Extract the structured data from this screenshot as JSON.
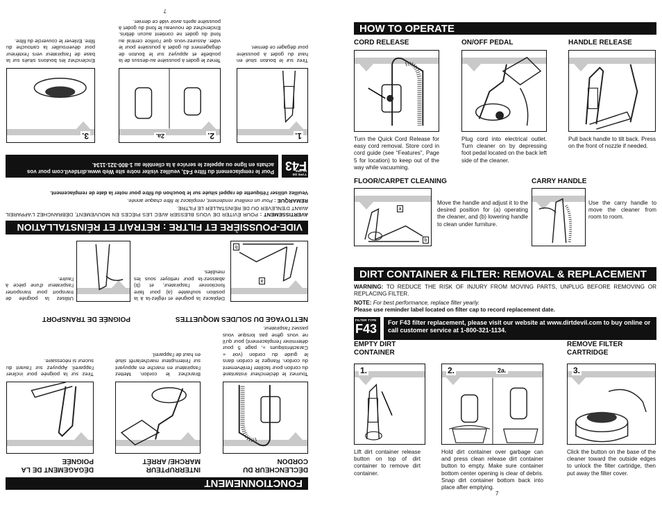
{
  "right_page": {
    "how_to_operate": {
      "title": "HOW TO OPERATE",
      "cord_release": {
        "heading": "CORD RELEASE",
        "text": "Turn the Quick Cord Release for easy cord removal. Store cord in cord guide (see “Features”, Page 5 for location) to keep out of the way while vacuuming."
      },
      "on_off_pedal": {
        "heading": "ON/OFF PEDAL",
        "text": "Plug cord into electrical outlet. Turn cleaner on by depressing foot pedal located on the back left side of the cleaner."
      },
      "handle_release": {
        "heading": "HANDLE RELEASE",
        "text": "Pull back handle to tilt back. Press on the front of nozzle if needed."
      },
      "floor_carpet": {
        "heading": "FLOOR/CARPET CLEANING",
        "text": "Move the handle and adjust it to the desired position for (a) operating the cleaner, and (b) lowering handle to clean under furniture.",
        "label_a": "a",
        "label_b": "b"
      },
      "carry_handle": {
        "heading": "CARRY HANDLE",
        "text": "Use the carry handle to move the cleaner from room to room."
      }
    },
    "dirt_container": {
      "title": "DIRT CONTAINER & FILTER: REMOVAL & REPLACEMENT",
      "warning_label": "WARNING:",
      "warning_text": " TO REDUCE THE RISK OF INJURY FROM MOVING PARTS, UNPLUG BEFORE REMOVING OR REPLACING FILTER.",
      "note_label": "NOTE:",
      "note_text": " For best performance, replace filter yearly.",
      "reminder": "Please use reminder label located on filter cap to record replacement date.",
      "badge_top": "FILTER TYPE",
      "badge_code": "F43",
      "replacement_info": "For F43 filter replacement, please visit our website at www.dirtdevil.com to buy online or call customer service at 1-800-321-1134.",
      "empty_heading": "EMPTY DIRT CONTAINER",
      "remove_heading": "REMOVE FILTER CARTRIDGE",
      "step1": "1.",
      "step2": "2.",
      "step2a": "2a.",
      "step3": "3.",
      "step1_text": "Lift dirt container release button on top of dirt container to remove dirt container.",
      "step2_text": "Hold dirt container over garbage can and press clean release dirt container button to empty. Make sure container bottom center opening is clear of debris. Snap dirt container bottom back into place after emptying.",
      "step3_text": "Click the button on the base of the cleaner toward the outside edges to unlock the filter cartridge, then put away the filter cover."
    },
    "page_number": "7"
  },
  "left_page": {
    "fonctionnement": {
      "title": "FONCTIONNEMENT",
      "cordon": {
        "heading": "DÉCLENCHEUR DU CORDON",
        "text": "Tournez le déclencheur instantané du cordon pour faciliter l'enlèvement du cordon. Rangez le cordon dans le guide du cordon (voir « Caractéristiques », page 5 pour déterminer l'emplacement) pour qu'il ne vous gêne pas lorsque vous passez l'aspirateur."
      },
      "interrupteur": {
        "heading": "INTERRUPTEUR MARCHE/ ARRÊT",
        "text": "Branchez le cordon. Mettez l'aspirateur en marche en appuyant sur l'interrupteur marche/arrêt situé en haut de l'appareil."
      },
      "poignee": {
        "heading": "DÉGAGEMENT DE LA POIGNÉE",
        "text": "Tirez sur la poignée pour incliner l'appareil. Appuyez sur l'avant du suceur si nécessaire."
      },
      "nettoyage": {
        "heading": "NETTOYAGE DU SOL/DES MOQUETTES",
        "text": "Déplacez la poignée et réglez-la à la position souhaitée (a) pour faire fonctionner l'aspirateur, et (b) abaissez-la pour nettoyer sous les meubles.",
        "label_a": "a",
        "label_b": "b"
      },
      "transport": {
        "heading": "POIGNÉE DE TRANSPORT",
        "text": "Utilisez la poignée de transport pour transporter l'aspirateur d'une pièce à l'autre."
      }
    },
    "vide_poussiere": {
      "title": "VIDE-POUSSIÈRE ET FILTRE : RETRAIT ET RÉINSTALLATION",
      "avertissement_label": "AVERTISSEMENT :",
      "avertissement_text": " POUR ÉVITER DE VOUS BLESSER AVEC LES PIÈCES EN MOUVEMENT, DÉBRANCHEZ L'APPAREIL AVANT D'ENLEVER OU DE RÉINSTALLER LE FILTRE.",
      "remarque_label": "REMARQUE :",
      "remarque_text": " Pour un meilleur rendement, remplacez le filtre chaque année.",
      "reminder": "Veuillez utiliser l'étiquette de rappel située sur le bouchon du filtre pour noter la date de remplacement.",
      "badge_top": "TYPE DE FILTRE",
      "badge_code": "F43",
      "replacement_info": "Pour le remplacement du filtre F43, veuillez visiter notre site Web www.dirtdevil.com pour vos achats en ligne ou appelez le service à la clientèle au 1-800-321-1134.",
      "step1": "1.",
      "step2": "2.",
      "step2a": "2a.",
      "step3": "3.",
      "step1_text": "Tirez sur le bouton situé en haut du godet à poussière pour dégager ce dernier.",
      "step2_text": "Tenez le godet à poussière au-dessus de la poubelle et appuyez sur le bouton de dégagement du godet à poussière pour le vider. Assurez-vous que l'orifice central au fond du godet ne contient aucun débris. Enclenchez de nouveau le fond du godet à poussière après avoir vidé ce dernier.",
      "step3_text": "Enclenchez les boutons situés sur la base de l'aspirateur vers l'extérieur pour déverrouiller la cartouche du filtre. Enlever le couvercle du filtre."
    },
    "page_number": "7"
  }
}
